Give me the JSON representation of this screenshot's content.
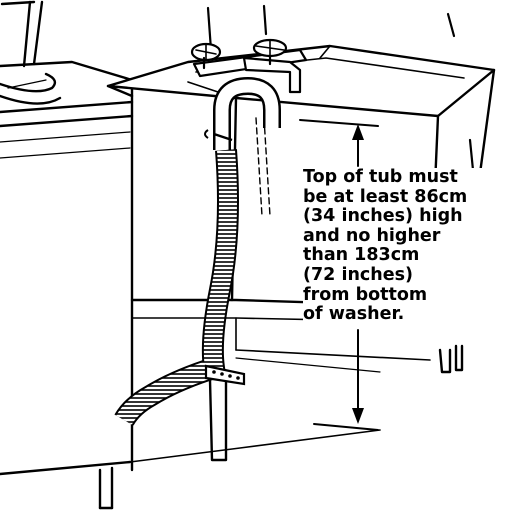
{
  "annotation": {
    "lines": [
      "Top of tub must",
      "be at least 86cm",
      "(34 inches) high",
      "and no higher",
      "than 183cm",
      "(72 inches)",
      "from bottom",
      "of washer."
    ]
  },
  "colors": {
    "ink": "#000000",
    "paper": "#ffffff"
  }
}
